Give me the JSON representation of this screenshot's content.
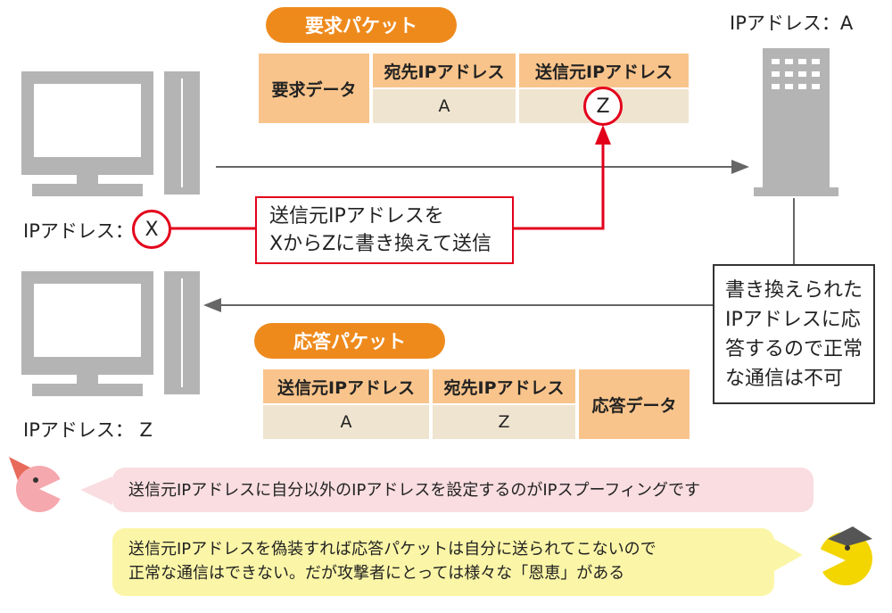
{
  "request_packet": {
    "title": "要求パケット",
    "data_label": "要求データ",
    "dest_header": "宛先IPアドレス",
    "src_header": "送信元IPアドレス",
    "dest_value": "A",
    "src_value": "Z"
  },
  "response_packet": {
    "title": "応答パケット",
    "src_header": "送信元IPアドレス",
    "dest_header": "宛先IPアドレス",
    "data_label": "応答データ",
    "src_value": "A",
    "dest_value": "Z"
  },
  "server": {
    "ip_label": "IPアドレス：A"
  },
  "attacker_pc": {
    "ip_label": "IPアドレス：",
    "ip_value": "X"
  },
  "victim_pc": {
    "ip_label": "IPアドレス： Z"
  },
  "rewrite_note": {
    "line1": "送信元IPアドレスを",
    "line2": "XからZに書き換えて送信"
  },
  "server_note": {
    "line1": "書き換えられた",
    "line2": "IPアドレスに応",
    "line3": "答するので正常",
    "line4": "な通信は不可"
  },
  "bubble_pink": {
    "text": "送信元IPアドレスに自分以外のIPアドレスを設定するのがIPスプーフィングです"
  },
  "bubble_yellow": {
    "line1": "送信元IPアドレスを偽装すれば応答パケットは自分に送られてこないので",
    "line2": "正常な通信はできない。だが攻撃者にとっては様々な「恩恵」がある"
  },
  "colors": {
    "accent_orange": "#ee8a1c",
    "header_fill": "#f9c48b",
    "value_fill": "#efe4cf",
    "alert_red": "#e3001b",
    "pink_bubble": "#f9dde1",
    "yellow_bubble": "#fbf6a7",
    "pc_gray": "#b4b4b4"
  }
}
